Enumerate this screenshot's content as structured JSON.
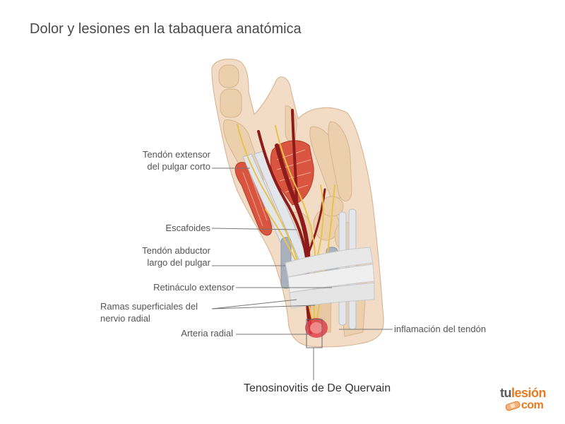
{
  "title": "Dolor y lesiones en la tabaquera anatómica",
  "labels": {
    "ext_pulgar_corto": [
      "Tendón extensor",
      "del pulgar corto"
    ],
    "escafoides": "Escafoides",
    "abductor_largo": [
      "Tendón abductor",
      "largo del pulgar"
    ],
    "retinaculo": "Retináculo extensor",
    "ramas": [
      "Ramas superficiales del",
      "nervio radial"
    ],
    "arteria": "Arteria radial",
    "inflamacion": "inflamación del tendón"
  },
  "caption": "Tenosinovitis de De Quervain",
  "logo": {
    "tu": "tu",
    "lesion": "lesión",
    "com": "com"
  },
  "colors": {
    "skin": "#f3dcc6",
    "skin_outline": "#d9b898",
    "bone": "#ecd0ae",
    "muscle": "#d9553f",
    "artery": "#8e1b1b",
    "nerve": "#e8c34a",
    "tendon": "#dfe3e8",
    "retinaculum": "#e6e6e6",
    "inflammation": "#e0404a",
    "brand": "#e8791e"
  }
}
